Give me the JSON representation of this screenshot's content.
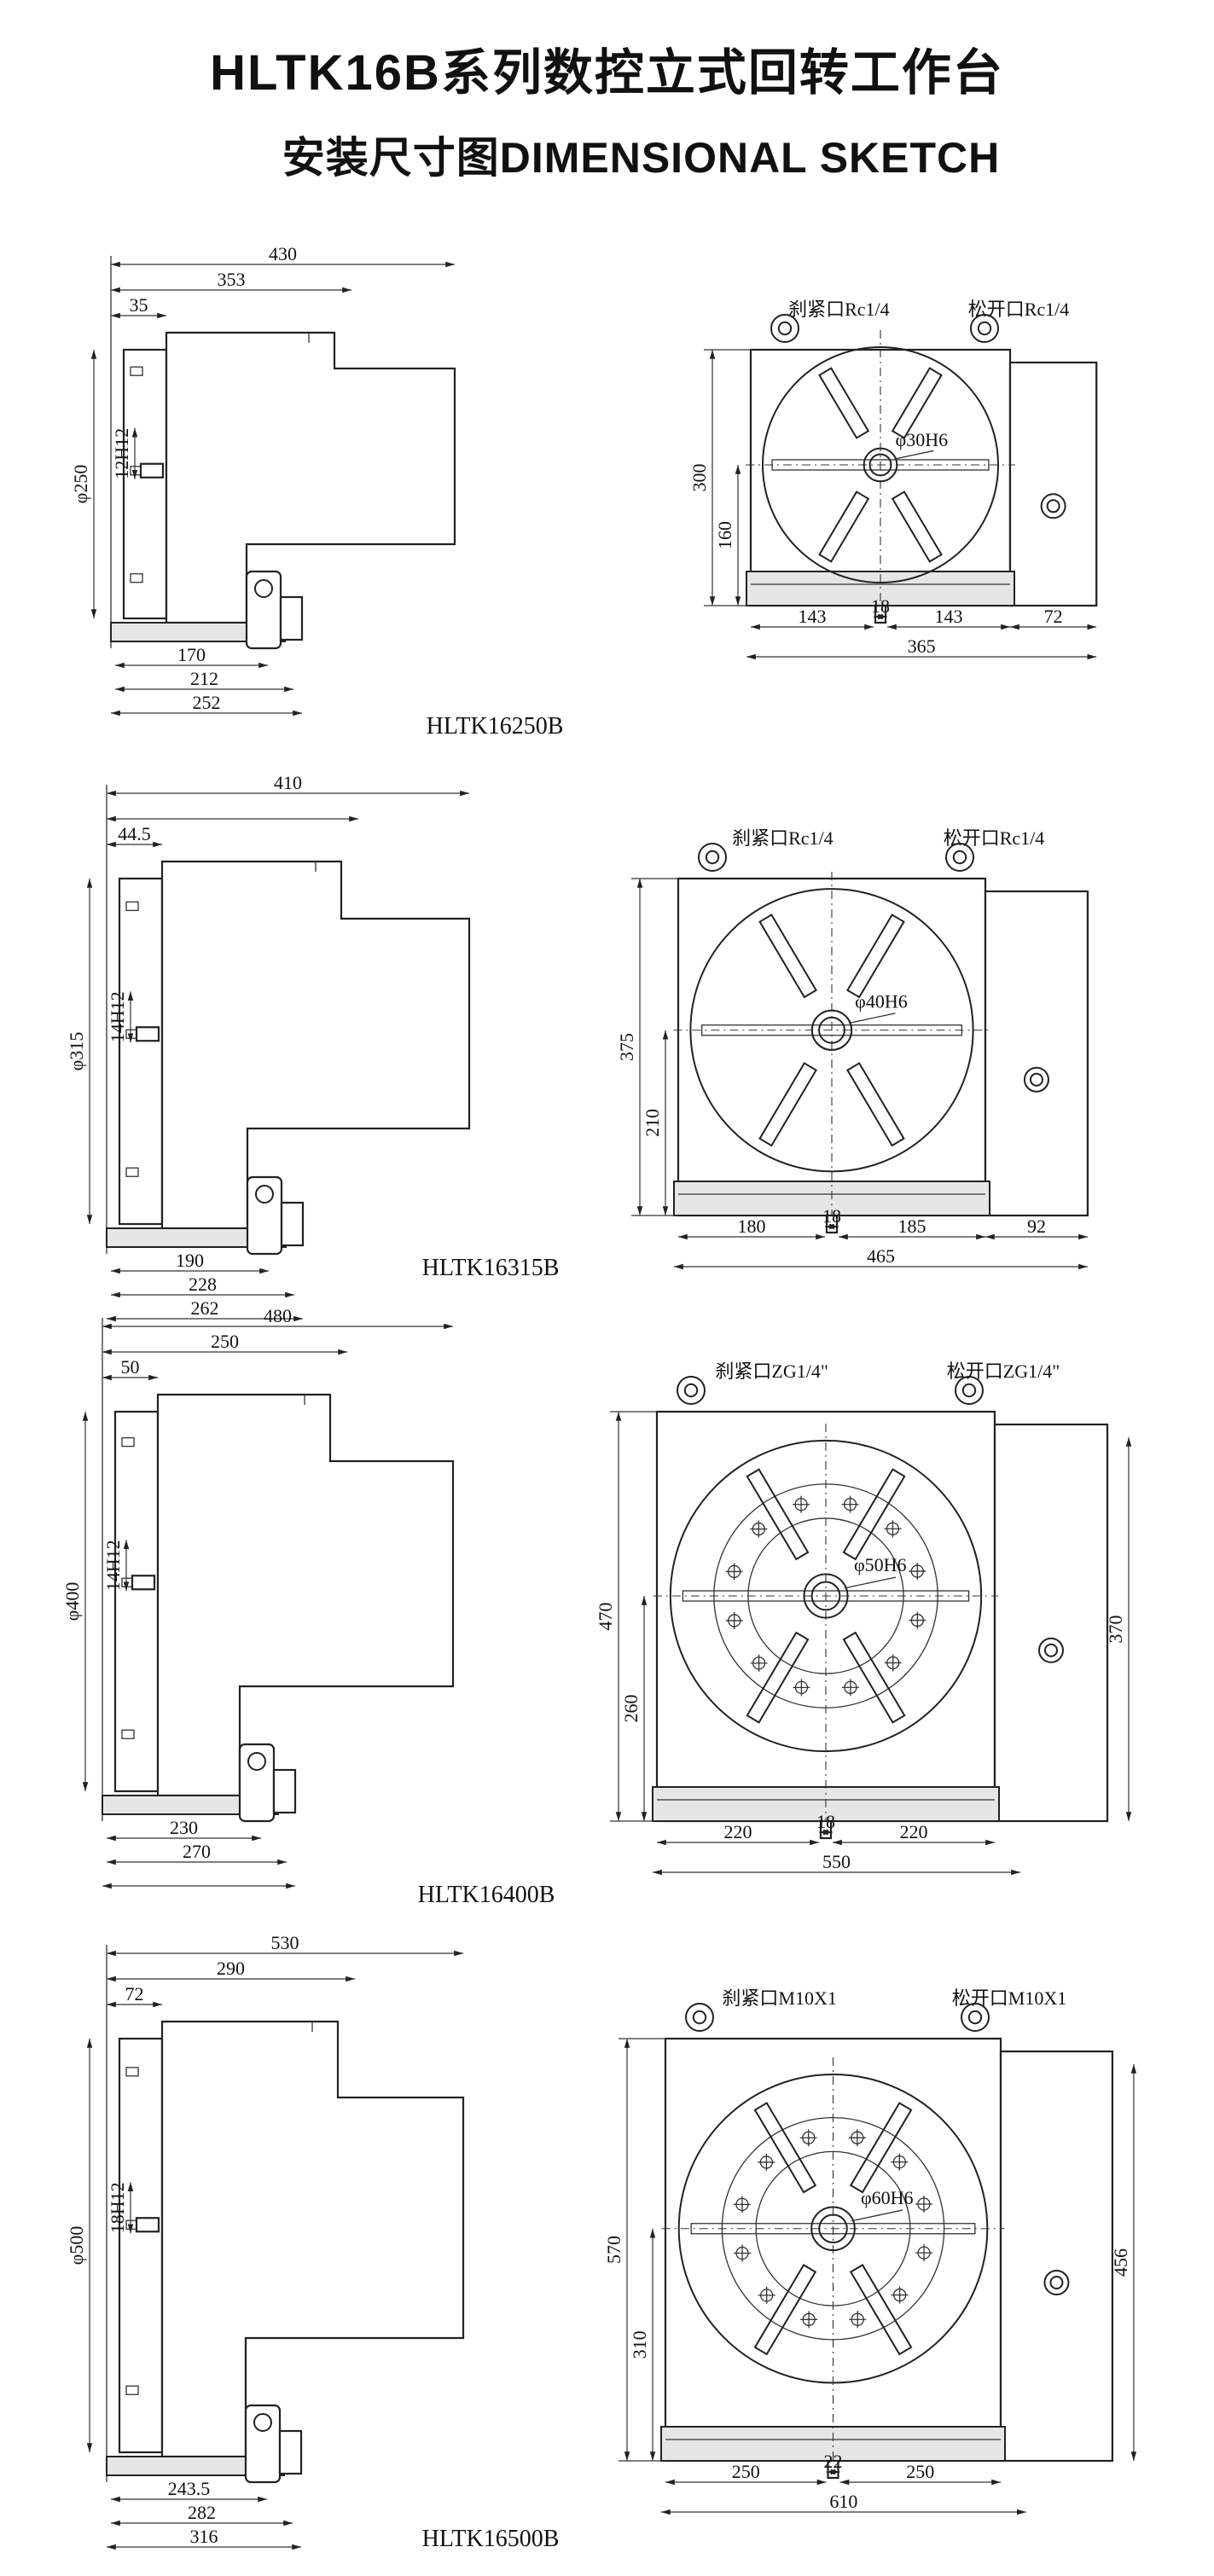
{
  "title": "HLTK16B系列数控立式回转工作台",
  "subtitle": "安装尺寸图DIMENSIONAL SKETCH",
  "models": [
    {
      "name": "HLTK16250B",
      "side": {
        "overall": "430",
        "body": "353",
        "offset": "35",
        "diameter": "φ250",
        "key": "12H12",
        "b1": "170",
        "b2": "212",
        "b3": "252"
      },
      "front": {
        "clamp": "刹紧口Rc1/4",
        "release": "松开口Rc1/4",
        "bore": "φ30H6",
        "height": "300",
        "center_h": "160",
        "left": "143",
        "slot": "18",
        "right": "143",
        "motor": "72",
        "width": "365",
        "side_h": ""
      }
    },
    {
      "name": "HLTK16315B",
      "side": {
        "overall": "410",
        "body": "",
        "offset": "44.5",
        "diameter": "φ315",
        "key": "14H12",
        "b1": "190",
        "b2": "228",
        "b3": "262"
      },
      "front": {
        "clamp": "刹紧口Rc1/4",
        "release": "松开口Rc1/4",
        "bore": "φ40H6",
        "height": "375",
        "center_h": "210",
        "left": "180",
        "slot": "18",
        "right": "185",
        "motor": "92",
        "width": "465",
        "side_h": ""
      }
    },
    {
      "name": "HLTK16400B",
      "side": {
        "overall": "480",
        "body": "250",
        "offset": "50",
        "diameter": "φ400",
        "key": "14H12",
        "b1": "230",
        "b2": "270",
        "b3": ""
      },
      "front": {
        "clamp": "刹紧口ZG1/4\"",
        "release": "松开口ZG1/4\"",
        "bore": "φ50H6",
        "height": "470",
        "center_h": "260",
        "left": "220",
        "slot": "18",
        "right": "220",
        "motor": "",
        "width": "550",
        "side_h": "370"
      }
    },
    {
      "name": "HLTK16500B",
      "side": {
        "overall": "530",
        "body": "290",
        "offset": "72",
        "diameter": "φ500",
        "key": "18H12",
        "b1": "243.5",
        "b2": "282",
        "b3": "316"
      },
      "front": {
        "clamp": "刹紧口M10X1",
        "release": "松开口M10X1",
        "bore": "φ60H6",
        "height": "570",
        "center_h": "310",
        "left": "250",
        "slot": "22",
        "right": "250",
        "motor": "",
        "width": "610",
        "side_h": "456"
      }
    }
  ]
}
